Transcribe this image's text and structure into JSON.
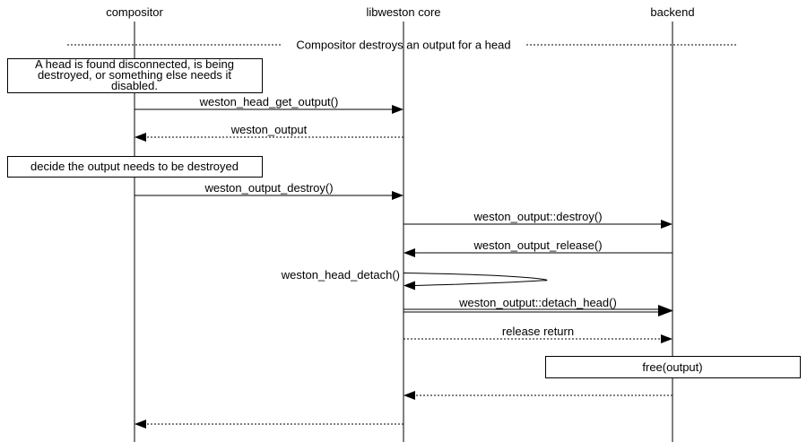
{
  "colors": {
    "ink": "#000000",
    "paper": "#ffffff"
  },
  "participants": [
    {
      "label": "compositor"
    },
    {
      "label": "libweston core"
    },
    {
      "label": "backend"
    }
  ],
  "divider": {
    "label": "Compositor destroys an output for a head"
  },
  "notes": {
    "head_disconnected": {
      "line1": "A head is found disconnected, is being",
      "line2": "destroyed, or something else needs it",
      "line3": "disabled."
    },
    "decide": {
      "label": "decide the output needs to be destroyed"
    },
    "free_output": {
      "label": "free(output)"
    }
  },
  "messages": {
    "head_get_output": "weston_head_get_output()",
    "weston_output_return": "weston_output",
    "output_destroy": "weston_output_destroy()",
    "output_destroy_virtual": "weston_output::destroy()",
    "output_release": "weston_output_release()",
    "head_detach": "weston_head_detach()",
    "output_detach_head": "weston_output::detach_head()",
    "release_return": "release return"
  }
}
